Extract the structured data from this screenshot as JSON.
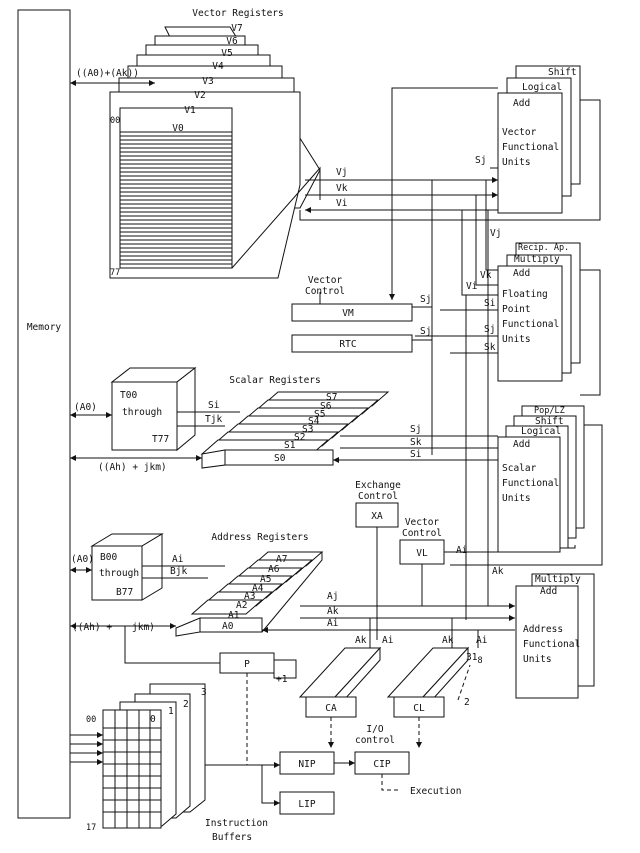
{
  "memory": {
    "label": "Memory"
  },
  "vector_registers": {
    "title": "Vector Registers",
    "registers": [
      "V7",
      "V6",
      "V5",
      "V4",
      "V3",
      "V2",
      "V1",
      "V0"
    ],
    "index_top": "00",
    "index_bottom": "77",
    "addr_label": "((A0)+(Ak))",
    "outputs": [
      "Vj",
      "Vk",
      "Vi"
    ]
  },
  "vector_functional_units": {
    "units": [
      "Shift",
      "Logical",
      "Add"
    ],
    "title_lines": [
      "Vector",
      "Functional",
      "Units"
    ],
    "input": "Sj"
  },
  "floating_point_units": {
    "units": [
      "Recip. Ap.",
      "Multiply",
      "Add"
    ],
    "title_lines": [
      "Floating",
      "Point",
      "Functional",
      "Units"
    ],
    "inputs": [
      "Vj",
      "Vk",
      "Vi",
      "Si",
      "Sj",
      "Sk"
    ]
  },
  "vector_control": {
    "label": "Vector\nControl",
    "vm": "VM",
    "rtc": "RTC",
    "vm_input": "Sj",
    "rtc_input": "Sj"
  },
  "t_registers": {
    "top": "T00",
    "mid": "through",
    "bottom": "T77",
    "addr": "(A0)",
    "si": "Si",
    "tjk": "Tjk"
  },
  "scalar_registers": {
    "title": "Scalar Registers",
    "registers": [
      "S7",
      "S6",
      "S5",
      "S4",
      "S3",
      "S2",
      "S1",
      "S0"
    ],
    "outputs": [
      "Sj",
      "Sk",
      "Si"
    ],
    "addr": "((Ah) + jkm)"
  },
  "scalar_functional_units": {
    "units": [
      "Pop/LZ",
      "Shift",
      "Logical",
      "Add"
    ],
    "title_lines": [
      "Scalar",
      "Functional",
      "Units"
    ]
  },
  "exchange_control": {
    "label": "Exchange\nControl",
    "xa": "XA"
  },
  "vector_length": {
    "label": "Vector\nControl",
    "vl": "VL",
    "ai": "Ai",
    "ak": "Ak"
  },
  "b_registers": {
    "top": "B00",
    "mid": "through",
    "bottom": "B77",
    "addr": "(A0)",
    "ai": "Ai",
    "bjk": "Bjk"
  },
  "address_registers": {
    "title": "Address Registers",
    "registers": [
      "A7",
      "A6",
      "A5",
      "A4",
      "A3",
      "A2",
      "A1",
      "A0"
    ],
    "outputs": [
      "Aj",
      "Ak",
      "Ai"
    ],
    "addr": "((Ah) +",
    "addr2": "jkm)"
  },
  "address_functional_units": {
    "units": [
      "Multiply",
      "Add"
    ],
    "title_lines": [
      "Address",
      "Functional",
      "Units"
    ]
  },
  "program_counter": {
    "label": "P",
    "inc": "+1"
  },
  "io": {
    "ca": "CA",
    "cl": "CL",
    "ak1": "Ak",
    "ai1": "Ai",
    "ak2": "Ak",
    "ai2": "Ai",
    "ch_top": "31",
    "ch_top_sub": "8",
    "ch_bottom": "2",
    "label": "I/O\ncontrol"
  },
  "instruction": {
    "nip": "NIP",
    "cip": "CIP",
    "lip": "LIP",
    "execution": "Execution",
    "buf_numbers": [
      "3",
      "2",
      "1",
      "0"
    ],
    "index_top": "00",
    "index_bottom": "17",
    "label_lines": [
      "Instruction",
      "Buffers"
    ]
  }
}
